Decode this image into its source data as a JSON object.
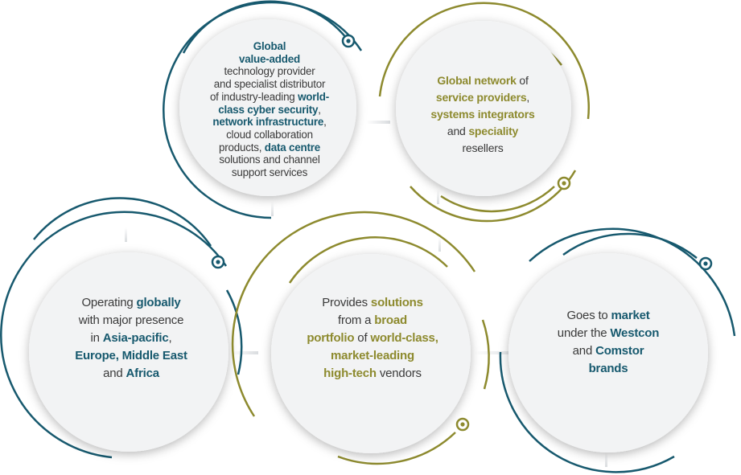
{
  "colors": {
    "teal": "#17596e",
    "olive": "#8d8a2e",
    "text": "#3a3a3a",
    "circle": "#f2f3f4"
  },
  "bubbles": [
    {
      "id": "value-added-distributor",
      "theme": "teal",
      "lines": [
        [
          {
            "t": "Global",
            "hl": true
          }
        ],
        [
          {
            "t": "value-added",
            "hl": true
          }
        ],
        [
          {
            "t": "technology provider"
          }
        ],
        [
          {
            "t": "and specialist distributor"
          }
        ],
        [
          {
            "t": "of industry-leading "
          },
          {
            "t": "world-",
            "hl": true
          }
        ],
        [
          {
            "t": "class cyber security",
            "hl": true
          },
          {
            "t": ","
          }
        ],
        [
          {
            "t": "network infrastructure",
            "hl": true
          },
          {
            "t": ","
          }
        ],
        [
          {
            "t": "cloud collaboration"
          }
        ],
        [
          {
            "t": "products, "
          },
          {
            "t": "data centre",
            "hl": true
          }
        ],
        [
          {
            "t": "solutions and channel"
          }
        ],
        [
          {
            "t": "support services"
          }
        ]
      ]
    },
    {
      "id": "global-network",
      "theme": "olive",
      "lines": [
        [
          {
            "t": "Global network",
            "hl": true
          },
          {
            "t": " of"
          }
        ],
        [
          {
            "t": "service providers",
            "hl": true
          },
          {
            "t": ","
          }
        ],
        [
          {
            "t": "systems integrators",
            "hl": true
          }
        ],
        [
          {
            "t": "and "
          },
          {
            "t": "speciality",
            "hl": true
          }
        ],
        [
          {
            "t": "resellers"
          }
        ]
      ]
    },
    {
      "id": "operating-globally",
      "theme": "teal",
      "lines": [
        [
          {
            "t": "Operating "
          },
          {
            "t": "globally",
            "hl": true
          }
        ],
        [
          {
            "t": "with major presence"
          }
        ],
        [
          {
            "t": "in "
          },
          {
            "t": "Asia-pacific",
            "hl": true
          },
          {
            "t": ","
          }
        ],
        [
          {
            "t": "Europe, Middle East",
            "hl": true
          }
        ],
        [
          {
            "t": "and "
          },
          {
            "t": "Africa",
            "hl": true
          }
        ]
      ]
    },
    {
      "id": "broad-portfolio",
      "theme": "olive",
      "lines": [
        [
          {
            "t": "Provides "
          },
          {
            "t": "solutions",
            "hl": true
          }
        ],
        [
          {
            "t": "from a "
          },
          {
            "t": "broad",
            "hl": true
          }
        ],
        [
          {
            "t": "portfolio",
            "hl": true
          },
          {
            "t": " of "
          },
          {
            "t": "world-class,",
            "hl": true
          }
        ],
        [
          {
            "t": "market-leading",
            "hl": true
          }
        ],
        [
          {
            "t": "high-tech",
            "hl": true
          },
          {
            "t": " vendors"
          }
        ]
      ]
    },
    {
      "id": "brands",
      "theme": "teal",
      "lines": [
        [
          {
            "t": "Goes to "
          },
          {
            "t": "market",
            "hl": true
          }
        ],
        [
          {
            "t": "under the "
          },
          {
            "t": "Westcon",
            "hl": true
          }
        ],
        [
          {
            "t": "and "
          },
          {
            "t": "Comstor",
            "hl": true
          }
        ],
        [
          {
            "t": "brands",
            "hl": true
          }
        ]
      ]
    }
  ]
}
